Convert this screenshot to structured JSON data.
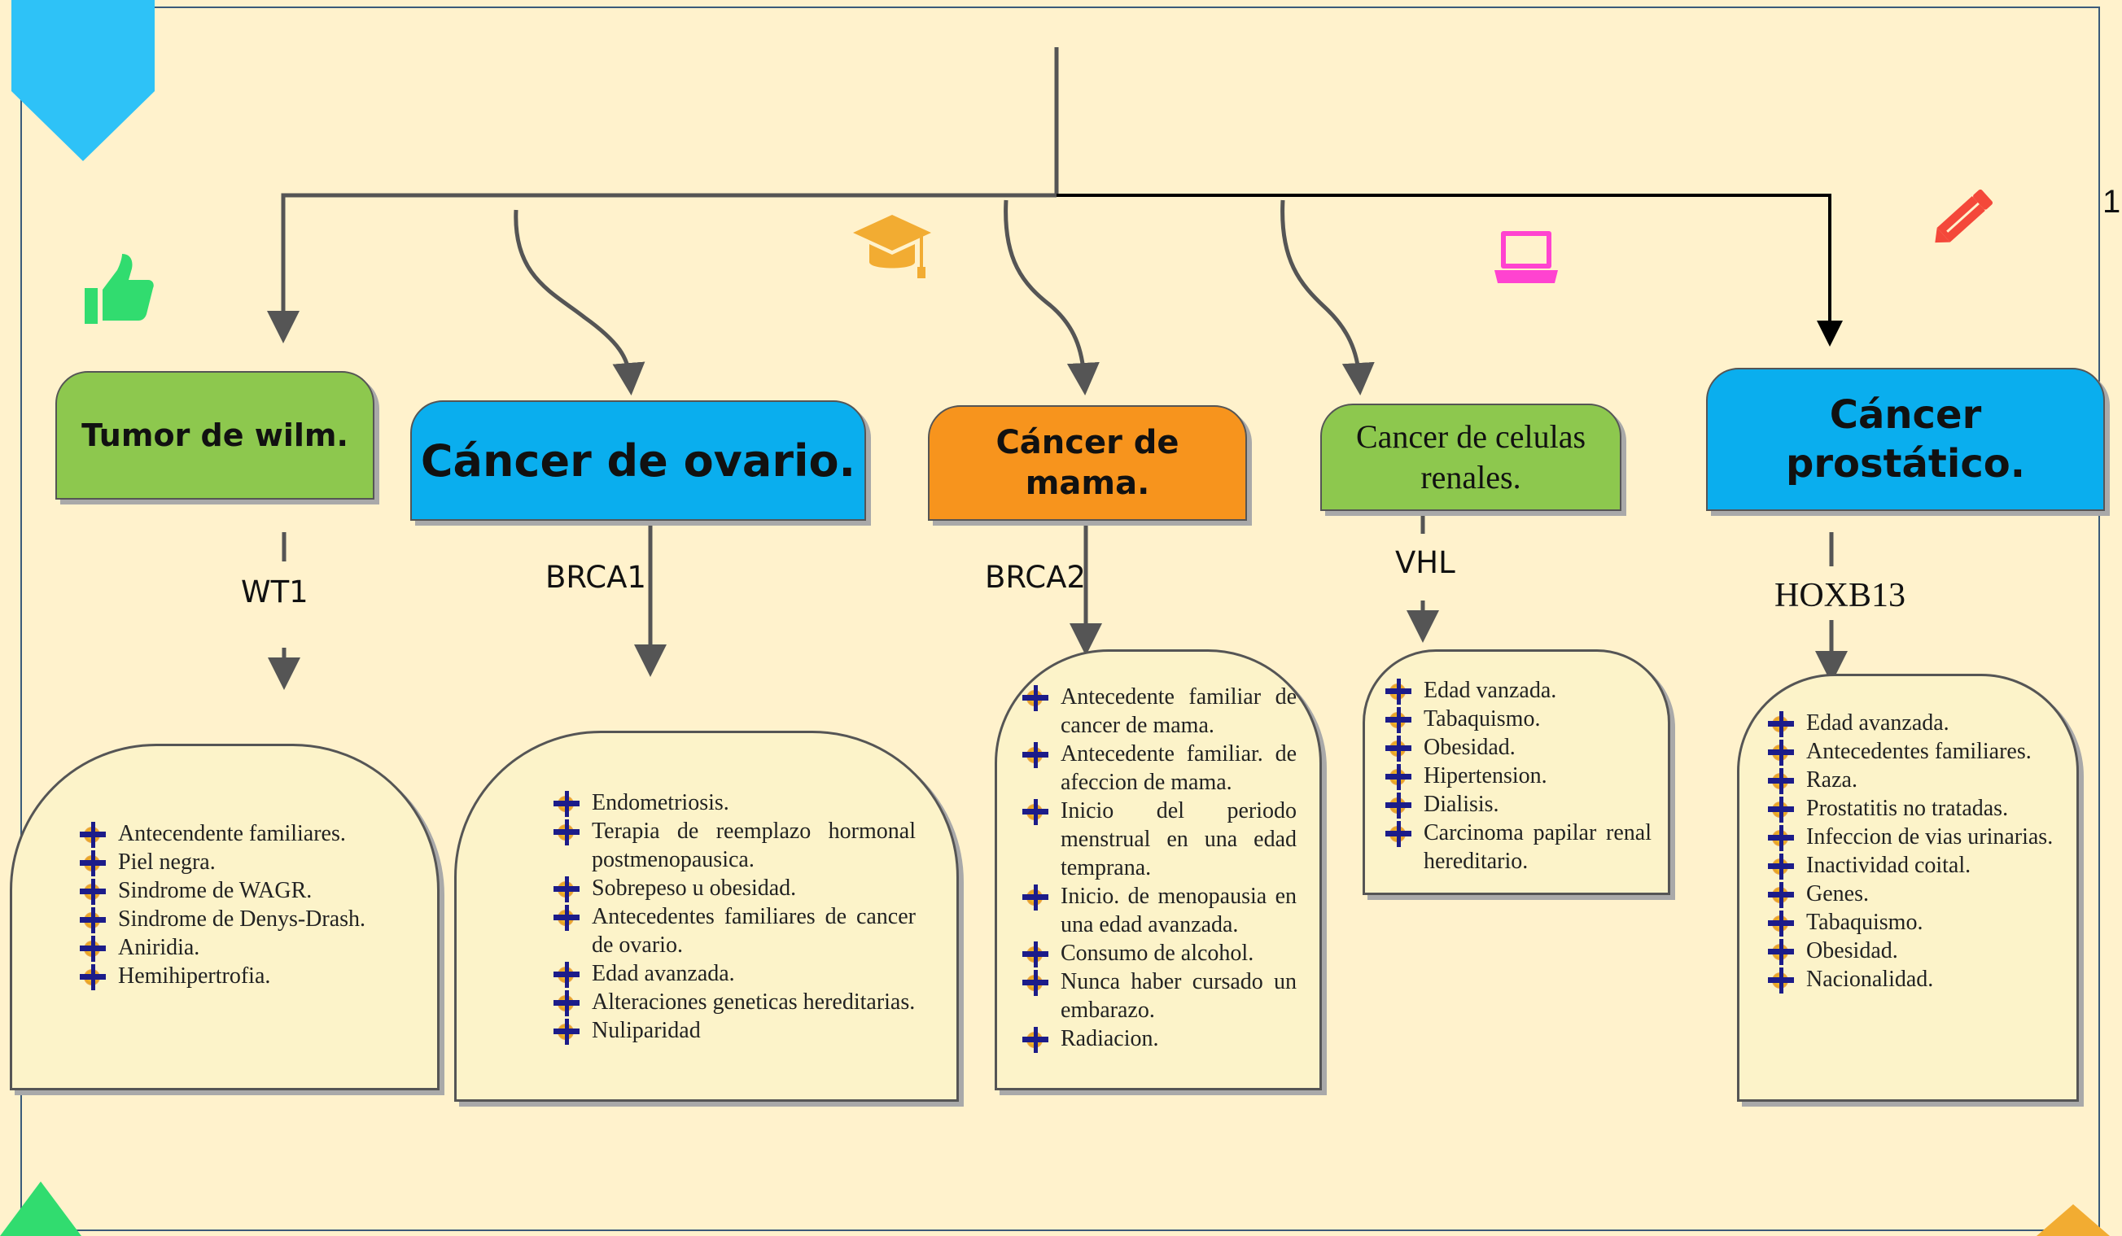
{
  "page_number": "1",
  "icons": [
    "bookmark-icon",
    "thumbs-up-icon",
    "graduation-cap-icon",
    "laptop-icon",
    "pencil-icon"
  ],
  "colors": {
    "background": "#fff2cc",
    "green": "#8dc84e",
    "blue": "#0aaeee",
    "orange": "#f7941d",
    "list_bg": "#fcf3c9"
  },
  "nodes": [
    {
      "title": "Tumor de wilm.",
      "gene": "WT1",
      "items": [
        "Antecendente familiares.",
        "Piel negra.",
        "Sindrome de WAGR.",
        "Sindrome de Denys-Drash.",
        "Aniridia.",
        "Hemihipertrofia."
      ]
    },
    {
      "title": "Cáncer de ovario.",
      "gene": "BRCA1",
      "items": [
        "Endometriosis.",
        "Terapia de reemplazo hormonal postmenopausica.",
        "Sobrepeso u obesidad.",
        "Antecedentes familiares de cancer de ovario.",
        "Edad avanzada.",
        "Alteraciones geneticas hereditarias.",
        "Nuliparidad"
      ]
    },
    {
      "title": "Cáncer de mama.",
      "gene": "BRCA2",
      "items": [
        "Antecedente familiar de cancer de mama.",
        "Antecedente familiar. de afeccion de mama.",
        "Inicio del periodo menstrual en una edad temprana.",
        "Inicio. de menopausia en una edad avanzada.",
        "Consumo de alcohol.",
        "Nunca haber cursado un embarazo.",
        "Radiacion."
      ]
    },
    {
      "title": "Cancer de celulas renales.",
      "gene": "VHL",
      "items": [
        "Edad vanzada.",
        "Tabaquismo.",
        "Obesidad.",
        "Hipertension.",
        "Dialisis.",
        "Carcinoma papilar renal hereditario."
      ]
    },
    {
      "title": "Cáncer prostático.",
      "gene": "HOXB13",
      "items": [
        "Edad avanzada.",
        "Antecedentes familiares.",
        "Raza.",
        "Prostatitis no tratadas.",
        "Infeccion de vias urinarias.",
        "Inactividad coital.",
        "Genes.",
        "Tabaquismo.",
        "Obesidad.",
        "Nacionalidad."
      ]
    }
  ]
}
